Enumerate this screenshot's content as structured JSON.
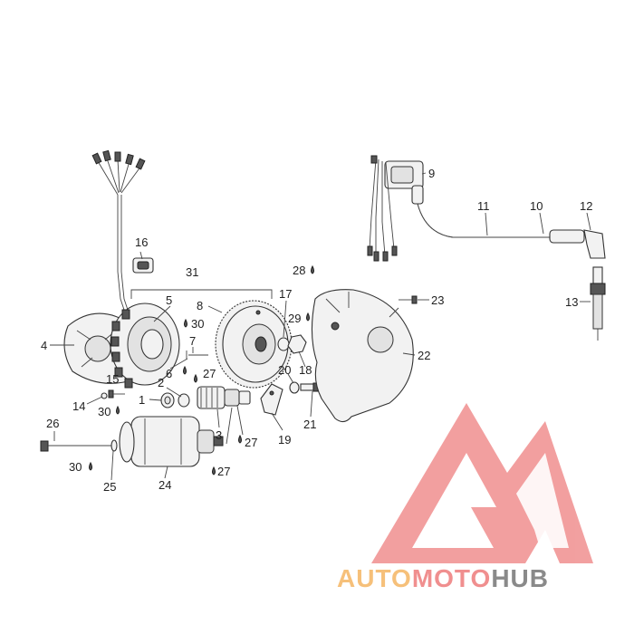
{
  "diagram": {
    "labels": {
      "l1": "1",
      "l2": "2",
      "l3": "3",
      "l4": "4",
      "l5": "5",
      "l6": "6",
      "l7": "7",
      "l8": "8",
      "l9": "9",
      "l10": "10",
      "l11": "11",
      "l12": "12",
      "l13": "13",
      "l14": "14",
      "l15": "15",
      "l16": "16",
      "l17": "17",
      "l18": "18",
      "l19": "19",
      "l20": "20",
      "l21": "21",
      "l22": "22",
      "l23": "23",
      "l24": "24",
      "l25": "25",
      "l26": "26",
      "l27a": "27",
      "l27b": "27",
      "l27c": "27",
      "l28": "28",
      "l29": "29",
      "l30a": "30",
      "l30b": "30",
      "l30c": "30",
      "l31": "31"
    }
  },
  "watermark": {
    "part1": "AUTO",
    "part2": "MOTO",
    "part3": "HUB",
    "colors": {
      "logo": "#f08f8f",
      "auto": "#f6c07a",
      "moto": "#f08f8f",
      "hub": "#8a8a8a"
    }
  }
}
